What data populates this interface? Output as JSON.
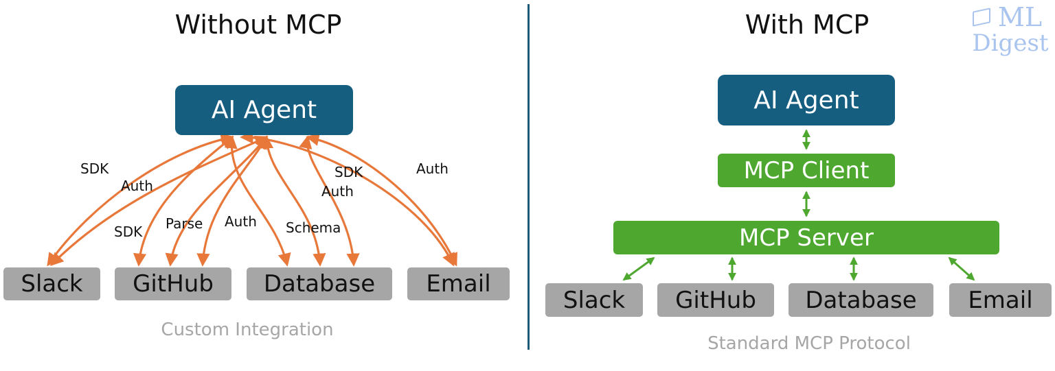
{
  "left": {
    "title": "Without MCP",
    "agent": "AI Agent",
    "tools": [
      "Slack",
      "GitHub",
      "Database",
      "Email"
    ],
    "labels": [
      "SDK",
      "Auth",
      "SDK",
      "Parse",
      "Auth",
      "Schema",
      "SDK",
      "Auth",
      "Auth"
    ],
    "caption": "Custom Integration"
  },
  "right": {
    "title": "With MCP",
    "agent": "AI Agent",
    "client": "MCP Client",
    "server": "MCP Server",
    "tools": [
      "Slack",
      "GitHub",
      "Database",
      "Email"
    ],
    "caption": "Standard MCP Protocol"
  },
  "logo": {
    "line1": "ML",
    "line2": "Digest"
  },
  "colors": {
    "agent": "#155e80",
    "mcp": "#4ea72e",
    "tool": "#a6a6a6",
    "left_arrows": "#e8773a",
    "right_arrows": "#4ea72e",
    "divider": "#1c5a77"
  }
}
